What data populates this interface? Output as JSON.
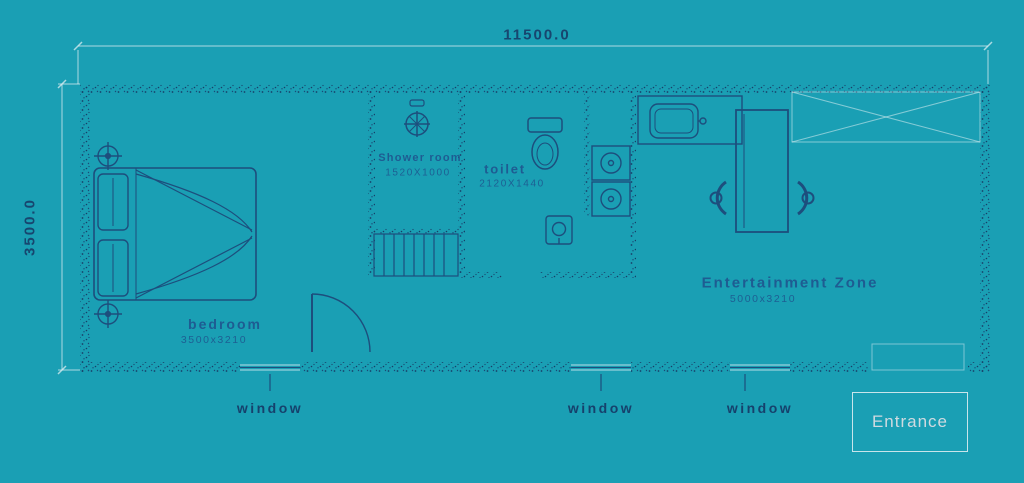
{
  "colors": {
    "background": "#1A9FB4",
    "line": "#1D4E7D",
    "label_text": "#1E5C92",
    "dimension_text": "#17466F",
    "light_line": "#DDEEF2",
    "entrance_text": "#D0DAE0"
  },
  "dimensions": {
    "width": "11500.0",
    "height": "3500.0"
  },
  "rooms": {
    "bedroom": {
      "label": "bedroom",
      "size": "3500x3210"
    },
    "shower": {
      "label": "Shower room",
      "size": "1520X1000"
    },
    "toilet": {
      "label": "toilet",
      "size": "2120X1440"
    },
    "entertainment": {
      "label": "Entertainment Zone",
      "size": "5000x3210"
    }
  },
  "annotations": {
    "windows": [
      "window",
      "window",
      "window"
    ],
    "entrance": "Entrance"
  }
}
